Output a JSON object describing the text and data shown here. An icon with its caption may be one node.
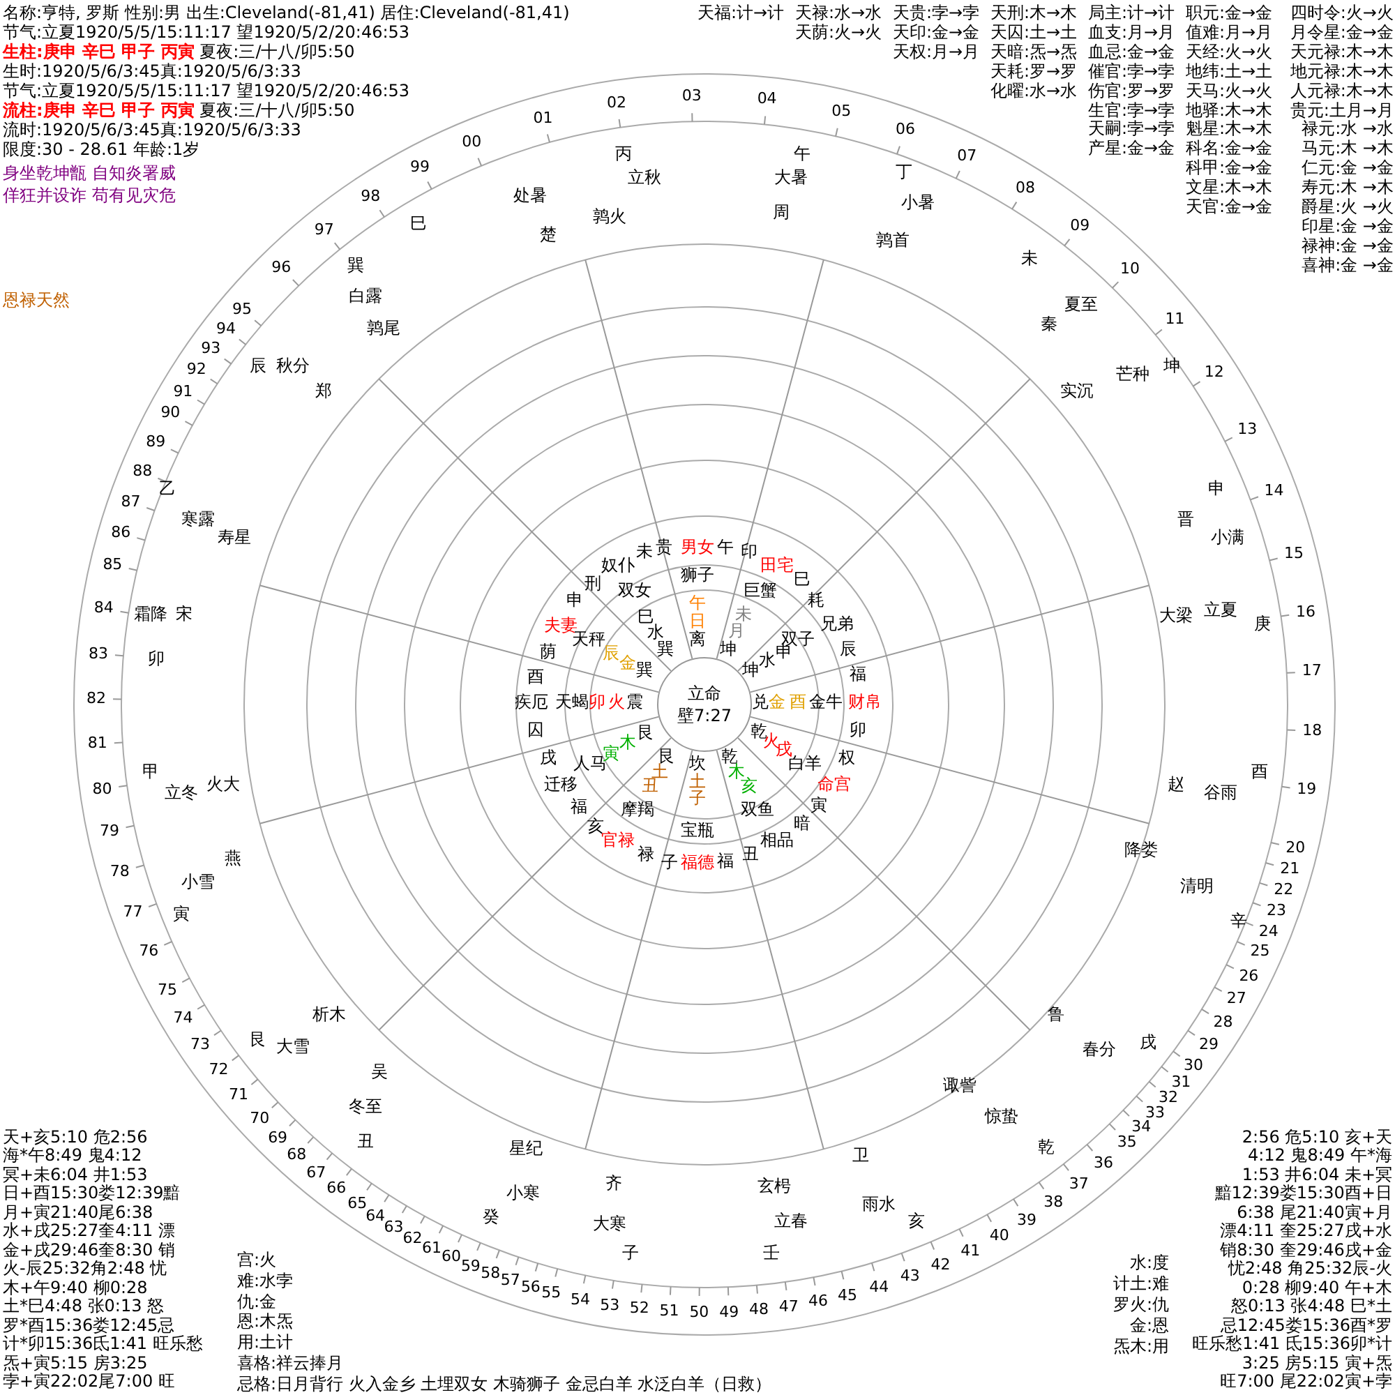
{
  "diagram": {
    "nodes": [
      {
        "text": [
          "立命",
          "壁7:27"
        ]
      }
    ],
    "labels": [
      "名称:亨特, 罗斯 性别:男 出生:Cleveland(-81,41) 居住:Cleveland(-81,41)",
      "节气:立夏1920/5/5/15:11:17 望1920/5/2/20:46:53",
      "**生柱:庚申 辛巳 甲子 丙寅** 夏夜:三/十八/卯5:50",
      "生时:1920/5/6/3:45真:1920/5/6/3:33",
      "节气:立夏1920/5/5/15:11:17 望1920/5/2/20:46:53",
      "**流柱:庚申 辛巳 甲子 丙寅** 夏夜:三/十八/卯5:50",
      "流时:1920/5/6/3:45真:1920/5/6/3:33",
      "限度:30 - 28.61 年龄:1岁",
      "身坐乾坤甑 自知炎署威",
      "佯狂并设诈 苟有见灾危",
      "恩禄天然",
      "天福:计→计",
      "天禄:水→水",
      "天贵:孛→孛",
      "天刑:木→木",
      "局主:计→计",
      "职元:金→金",
      "四时令:火→火",
      "天荫:火→火",
      "天印:金→金",
      "天囚:土→土",
      "血支:月→月",
      "值难:月→月",
      "月令星:金→金",
      "天权:月→月",
      "天暗:炁→炁",
      "血忌:金→金",
      "天经:火→火",
      "天元禄:木→木",
      "天耗:罗→罗",
      "催官:孛→孛",
      "地纬:土→土",
      "地元禄:木→木",
      "化曜:水→水",
      "伤官:罗→罗",
      "天马:火→火",
      "人元禄:木→木",
      "生官:孛→孛",
      "地驿:木→木",
      "贵元:土月→月",
      "天嗣:孛→孛",
      "魁星:木→木",
      "禄元:水 →水",
      "产星:金→金",
      "科名:金→金",
      "马元:木 →木",
      "科甲:金→金",
      "仁元:金 →金",
      "文星:木→木",
      "寿元:木 →木",
      "天官:金→金",
      "爵星:火 →火",
      "印星:金 →金",
      "禄神:金 →金",
      "喜神:金 →金",
      "天+亥5:10 危2:56",
      "海*午8:49 鬼4:12",
      "冥+未6:04 井1:53",
      "日+酉15:30娄12:39黯",
      "月+寅21:40尾6:38",
      "水+戌25:27奎4:11 漂",
      "金+戌29:46奎8:30 销",
      "火-辰25:32角2:48 忧",
      "木+午9:40 柳0:28",
      "土*巳4:48 张0:13 怒",
      "罗*酉15:36娄12:45忌",
      "计*卯15:36氐1:41 旺乐愁",
      "炁+寅5:15 房3:25",
      "孛+寅22:02尾7:00 旺",
      "2:56 危5:10 亥+天",
      "4:12 鬼8:49 午*海",
      "1:53 井6:04 未+冥",
      "黯12:39娄15:30酉+日",
      "6:38 尾21:40寅+月",
      "漂4:11 奎25:27戌+水",
      "销8:30 奎29:46戌+金",
      "忧2:48 角25:32辰-火",
      "0:28 柳9:40 午+木",
      "怒0:13 张4:48 巳*土",
      "忌12:45娄15:36酉*罗",
      "旺乐愁1:41 氐15:36卯*计",
      "3:25 房5:15 寅+炁",
      "旺7:00 尾22:02寅+孛",
      "宫:火",
      "难:水孛",
      "仇:金",
      "恩:木炁",
      "用:土计",
      "喜格:祥云捧月",
      "忌格:日月背行 火入金乡 土埋双女 木骑狮子 金忌白羊 水泛白羊（日救）",
      "水:度",
      "计土:难",
      "罗火:仇",
      "金:恩",
      "炁木:用",
      "巳",
      "处暑",
      "楚",
      "丙",
      "立秋",
      "鹑火",
      "午",
      "大暑",
      "周",
      "丁",
      "小暑",
      "鹑首",
      "未",
      "夏至",
      "秦",
      "坤",
      "芒种",
      "实沉",
      "申",
      "小满",
      "晋",
      "大梁",
      "立夏",
      "庚",
      "酉",
      "谷雨",
      "赵",
      "辛",
      "清明",
      "降娄",
      "戌",
      "春分",
      "鲁",
      "乾",
      "惊蛰",
      "诹訾",
      "亥",
      "雨水",
      "卫",
      "壬",
      "立春",
      "玄枵",
      "子",
      "大寒",
      "齐",
      "癸",
      "小寒",
      "星纪",
      "丑",
      "冬至",
      "吴",
      "艮",
      "大雪",
      "析木",
      "寅",
      "小雪",
      "燕",
      "甲",
      "立冬",
      "火大",
      "卯",
      "霜降",
      "宋",
      "乙",
      "寒露",
      "寿星",
      "辰",
      "秋分",
      "郑",
      "巽",
      "白露",
      "鹑尾",
      "00",
      "01",
      "02",
      "03",
      "04",
      "05",
      "06",
      "07",
      "08",
      "09",
      "10",
      "11",
      "12",
      "13",
      "14",
      "15",
      "16",
      "17",
      "18",
      "19",
      "20",
      "21",
      "22",
      "23",
      "24",
      "25",
      "26",
      "27",
      "28",
      "29",
      "30",
      "31",
      "32",
      "33",
      "34",
      "35",
      "36",
      "37",
      "38",
      "39",
      "40",
      "41",
      "42",
      "43",
      "56",
      "55",
      "54",
      "53",
      "52",
      "51",
      "50",
      "49",
      "48",
      "47",
      "46",
      "45",
      "44",
      "57",
      "58",
      "59",
      "60",
      "61",
      "62",
      "63",
      "64",
      "65",
      "66",
      "67",
      "68",
      "69",
      "70",
      "71",
      "72",
      "73",
      "74",
      "75",
      "76",
      "77",
      "78",
      "79",
      "80",
      "81",
      "82",
      "83",
      "84",
      "85",
      "86",
      "87",
      "88",
      "89",
      "90",
      "91",
      "92",
      "93",
      "94",
      "95",
      "96",
      "97",
      "98",
      "99",
      "午",
      "巳",
      "日",
      "未",
      "水",
      "月",
      "离",
      "辰",
      "金",
      "巽",
      "巽",
      "坤",
      "坤",
      "水",
      "申",
      "卯",
      "火",
      "震",
      "兑",
      "金",
      "酉",
      "寅",
      "木",
      "艮",
      "艮",
      "乾",
      "乾",
      "火",
      "戌",
      "丑",
      "土",
      "坎",
      "土",
      "木",
      "亥",
      "子",
      "狮子",
      "双女",
      "巨蟹",
      "天秤",
      "双子",
      "天蝎",
      "金牛",
      "人马",
      "白羊",
      "摩羯",
      "双鱼",
      "宝瓶",
      "未",
      "贵",
      "男女",
      "午",
      "印",
      "奴仆",
      "田宅",
      "刑",
      "巳",
      "申",
      "耗",
      "夫妻",
      "兄弟",
      "荫",
      "辰",
      "酉",
      "福",
      "疾厄",
      "财帛",
      "囚",
      "卯",
      "戌",
      "权",
      "迁移",
      "命宫",
      "福",
      "寅",
      "亥",
      "官禄",
      "禄",
      "子",
      "福德",
      "福",
      "丑",
      "相品",
      "暗"
    ]
  }
}
